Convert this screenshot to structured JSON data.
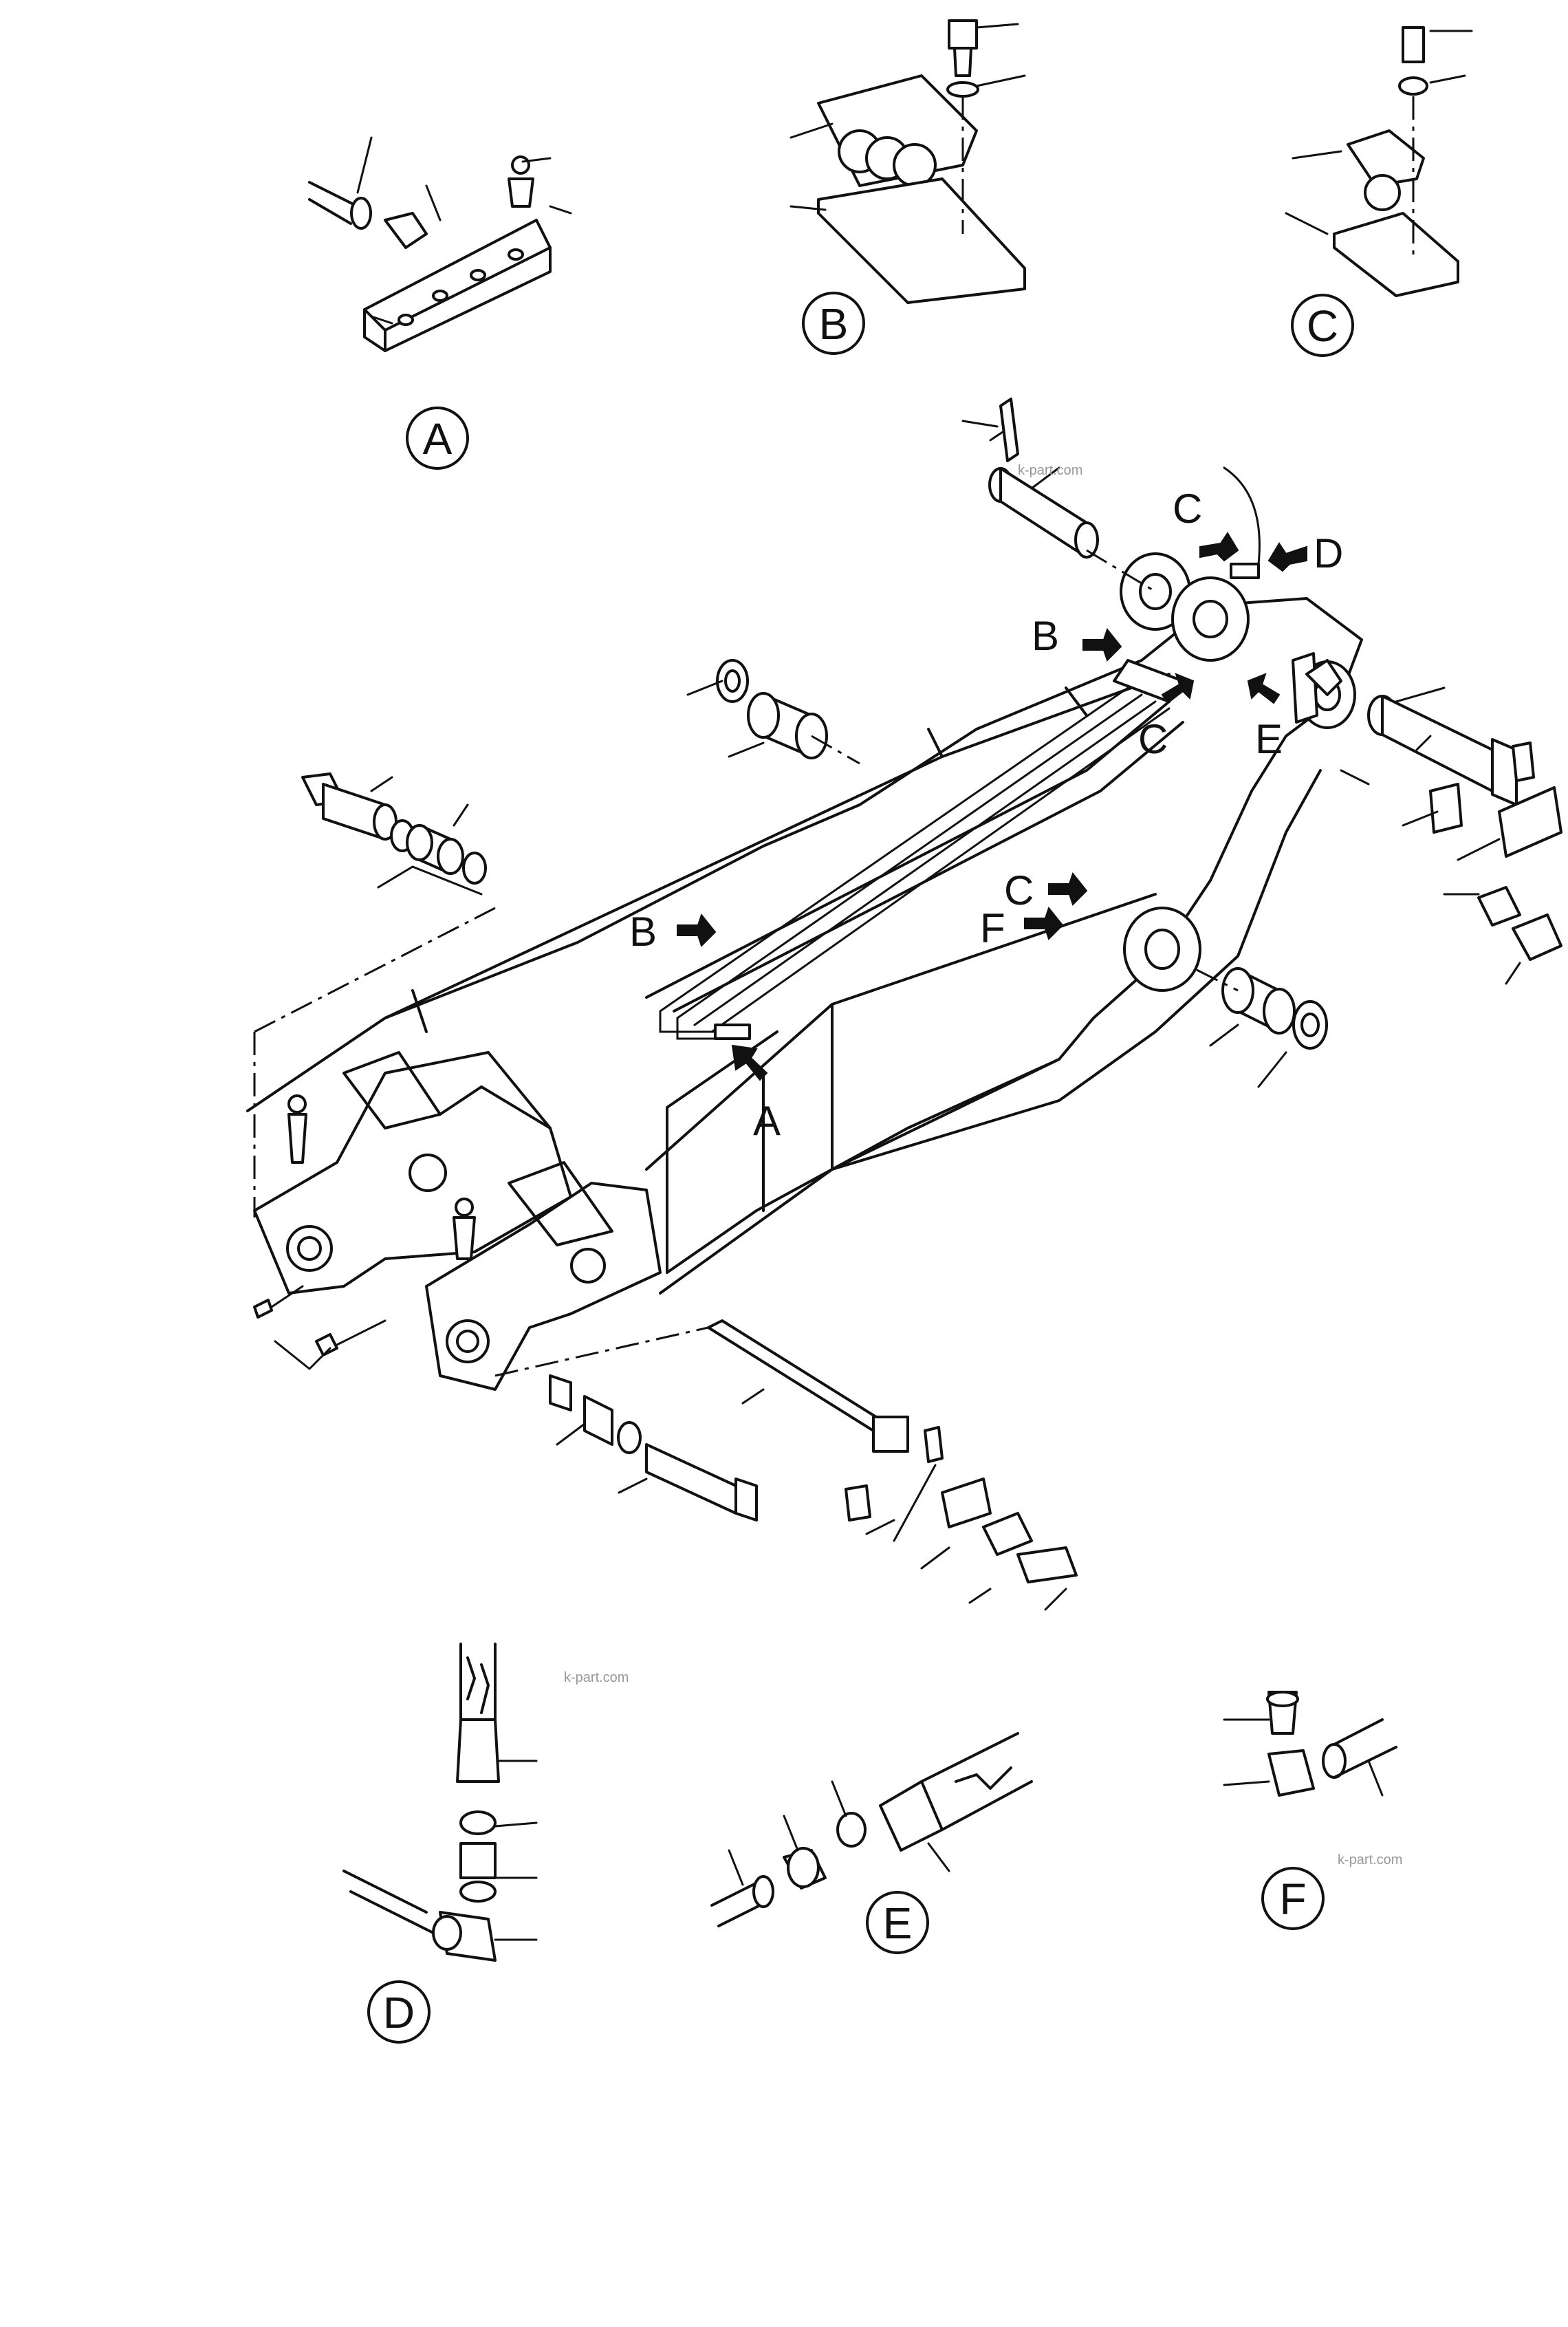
{
  "detail_views": {
    "A": "A",
    "B": "B",
    "C": "C",
    "D": "D",
    "E": "E",
    "F": "F"
  },
  "arrow_labels": {
    "c_top": "C",
    "d_top": "D",
    "b_upper": "B",
    "c_mid": "C",
    "e_mid": "E",
    "b_left": "B",
    "c_lower": "C",
    "f_lower": "F",
    "a_bottom": "A"
  },
  "watermark": {
    "text": "k-part.com"
  }
}
